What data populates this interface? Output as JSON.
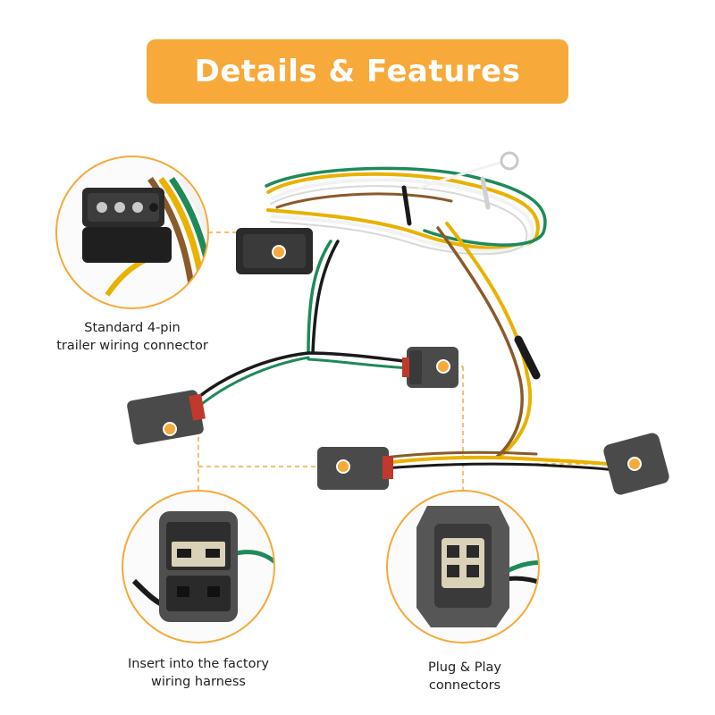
{
  "banner": {
    "title": "Details & Features"
  },
  "features": {
    "four_pin": {
      "line1": "Standard 4-pin",
      "line2": "trailer wiring connector"
    },
    "factory": {
      "line1": "Insert into the factory",
      "line2": "wiring harness"
    },
    "plug_play": {
      "line1": "Plug & Play",
      "line2": "connectors"
    }
  },
  "colors": {
    "accent": "#f7a93a",
    "wire_yellow": "#e9b100",
    "wire_green": "#1e8a5a",
    "wire_brown": "#8a5a2b",
    "wire_white": "#f2f2f2",
    "wire_black": "#1a1a1a",
    "connector": "#4a4a4a"
  }
}
